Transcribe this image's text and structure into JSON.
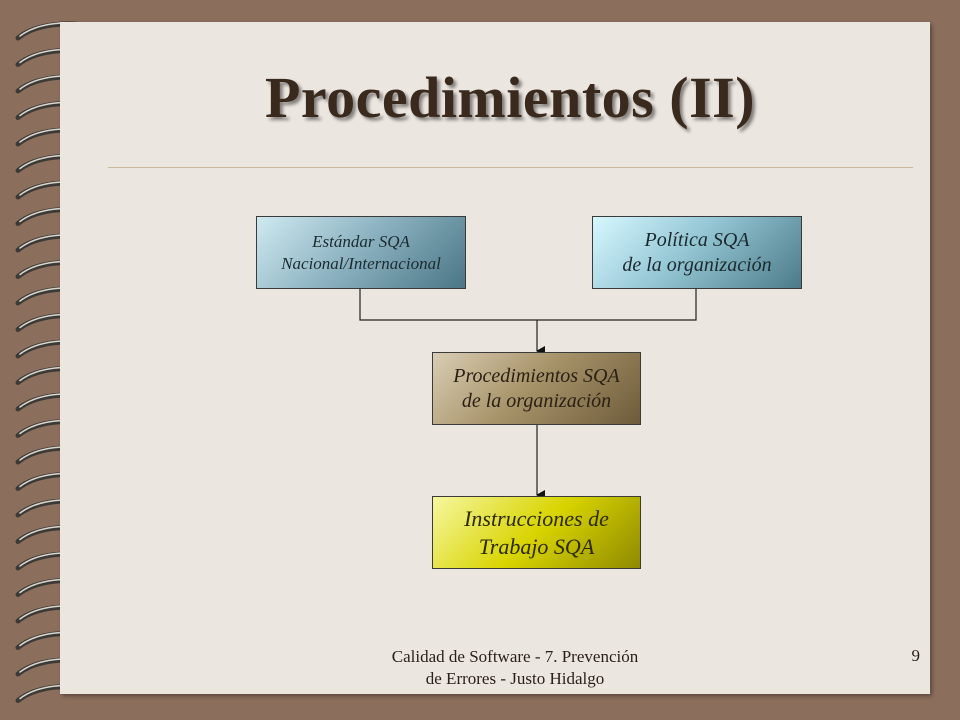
{
  "slide": {
    "title": "Procedimientos (II)",
    "footer_line1": "Calidad de Software - 7. Prevención",
    "footer_line2": "de Errores - Justo Hidalgo",
    "page_number": "9"
  },
  "diagram": {
    "nodes": [
      {
        "id": "estandar",
        "line1": "Estándar SQA",
        "line2": "Nacional/Internacional"
      },
      {
        "id": "politica",
        "line1": "Política SQA",
        "line2": "de la organización"
      },
      {
        "id": "procedimientos",
        "line1": "Procedimientos SQA",
        "line2": "de la organización"
      },
      {
        "id": "instrucciones",
        "line1": "Instrucciones de",
        "line2": "Trabajo SQA"
      }
    ],
    "edges": [
      {
        "from": "estandar",
        "to": "procedimientos"
      },
      {
        "from": "politica",
        "to": "procedimientos"
      },
      {
        "from": "procedimientos",
        "to": "instrucciones"
      }
    ]
  },
  "colors": {
    "background": "#8c6e5c",
    "slide": "#ece6e1",
    "title": "#3a2a1e",
    "instrucciones_fill": "#d8d400"
  }
}
